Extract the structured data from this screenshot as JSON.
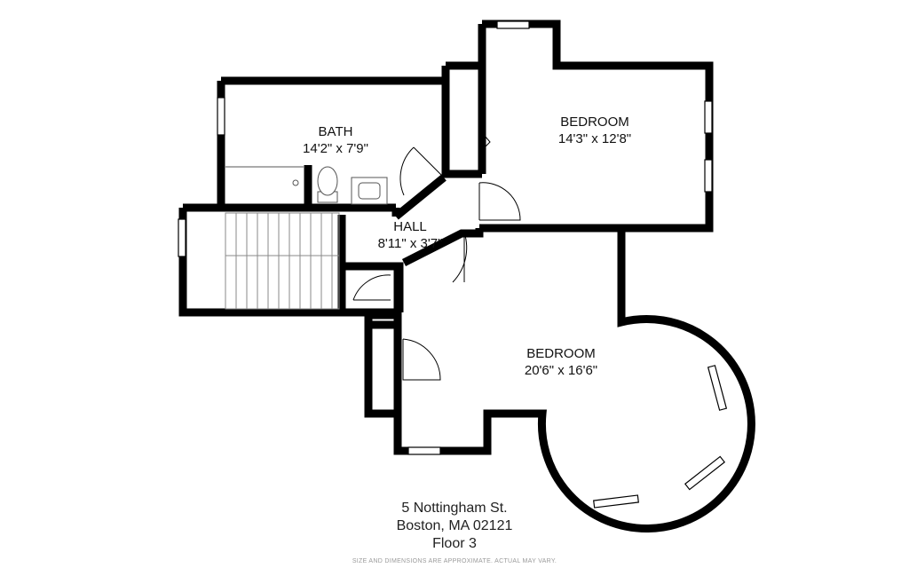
{
  "rooms": {
    "bath": {
      "name": "BATH",
      "size": "14'2\" x 7'9\""
    },
    "bedroom_top": {
      "name": "BEDROOM",
      "size": "14'3\" x 12'8\""
    },
    "hall": {
      "name": "HALL",
      "size": "8'11\" x 3'7\""
    },
    "bedroom_bottom": {
      "name": "BEDROOM",
      "size": "20'6\" x 16'6\""
    }
  },
  "address": {
    "street": "5 Nottingham St.",
    "city": "Boston, MA 02121",
    "floor": "Floor 3"
  },
  "disclaimer": "SIZE AND DIMENSIONS ARE APPROXIMATE. ACTUAL MAY VARY.",
  "colors": {
    "wall": "#000000",
    "window": "#9a9a9a",
    "fixture": "#555555"
  }
}
